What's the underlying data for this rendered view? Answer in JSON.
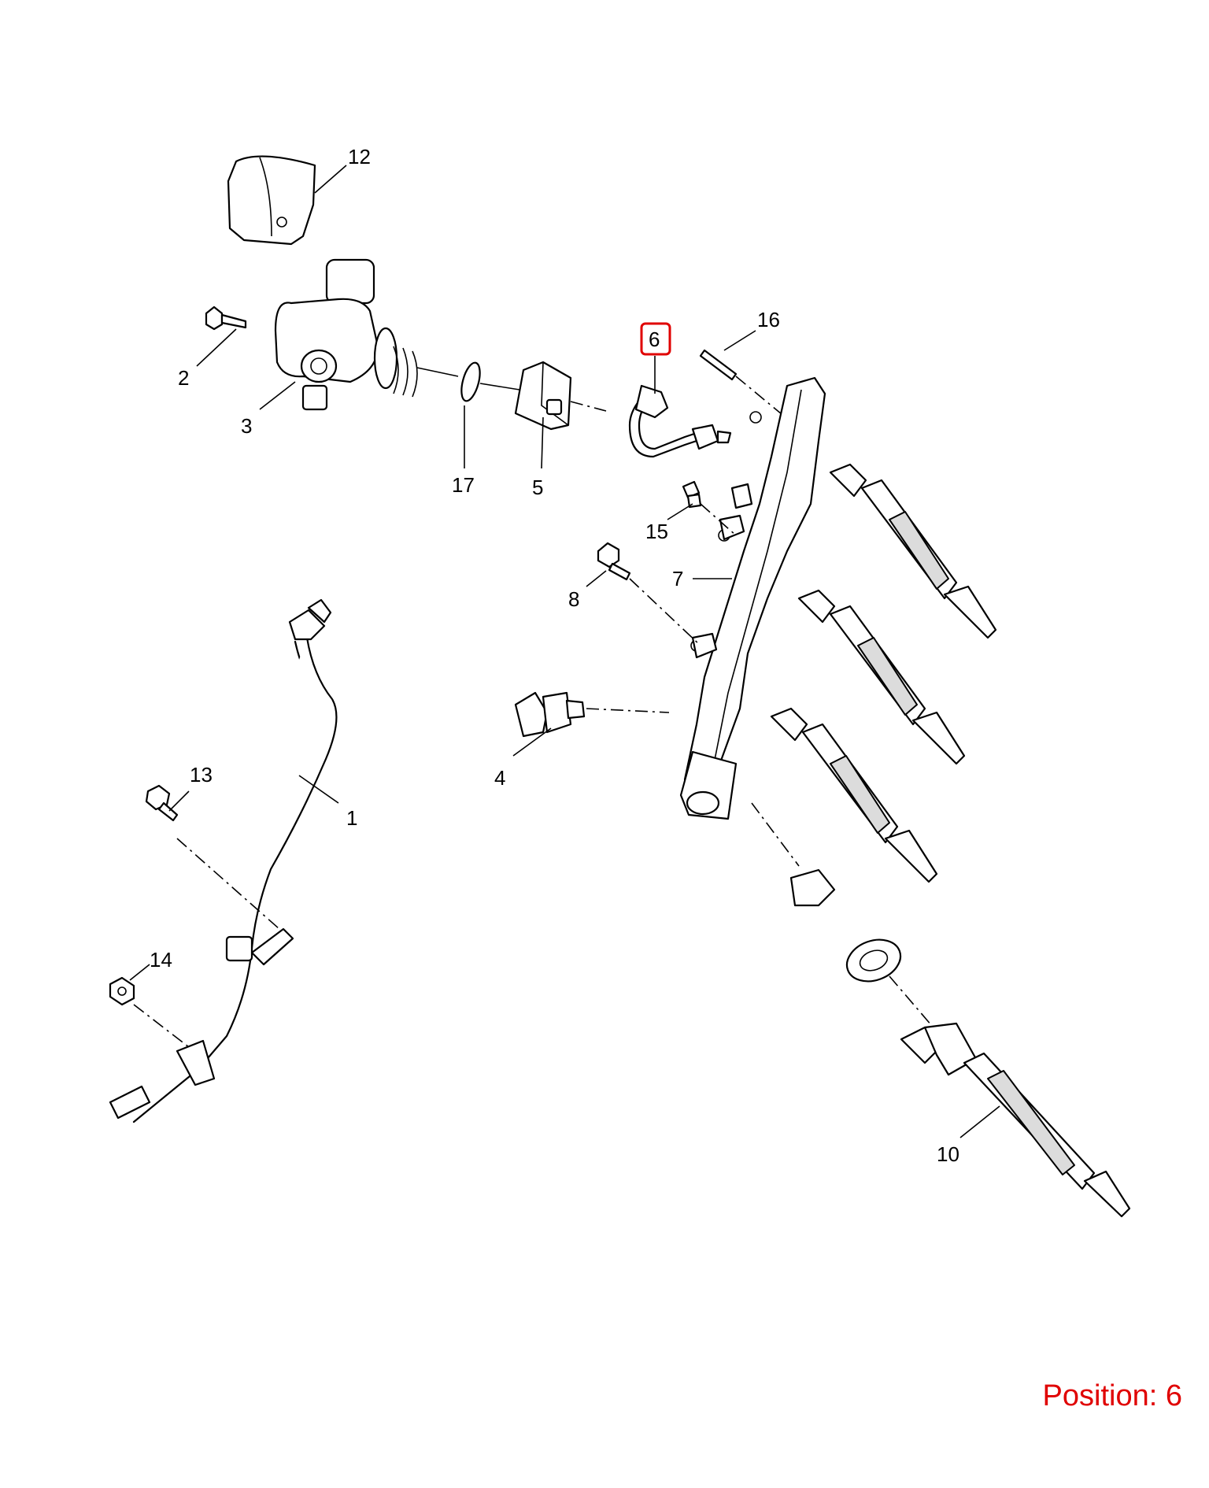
{
  "callouts": {
    "c1": "1",
    "c2": "2",
    "c3": "3",
    "c4": "4",
    "c5": "5",
    "c6": "6",
    "c7": "7",
    "c8": "8",
    "c10": "10",
    "c12": "12",
    "c13": "13",
    "c14": "14",
    "c15": "15",
    "c16": "16",
    "c17": "17"
  },
  "highlighted_callout": "6",
  "highlight_color": "#e00000",
  "position_label": "Position: 6"
}
